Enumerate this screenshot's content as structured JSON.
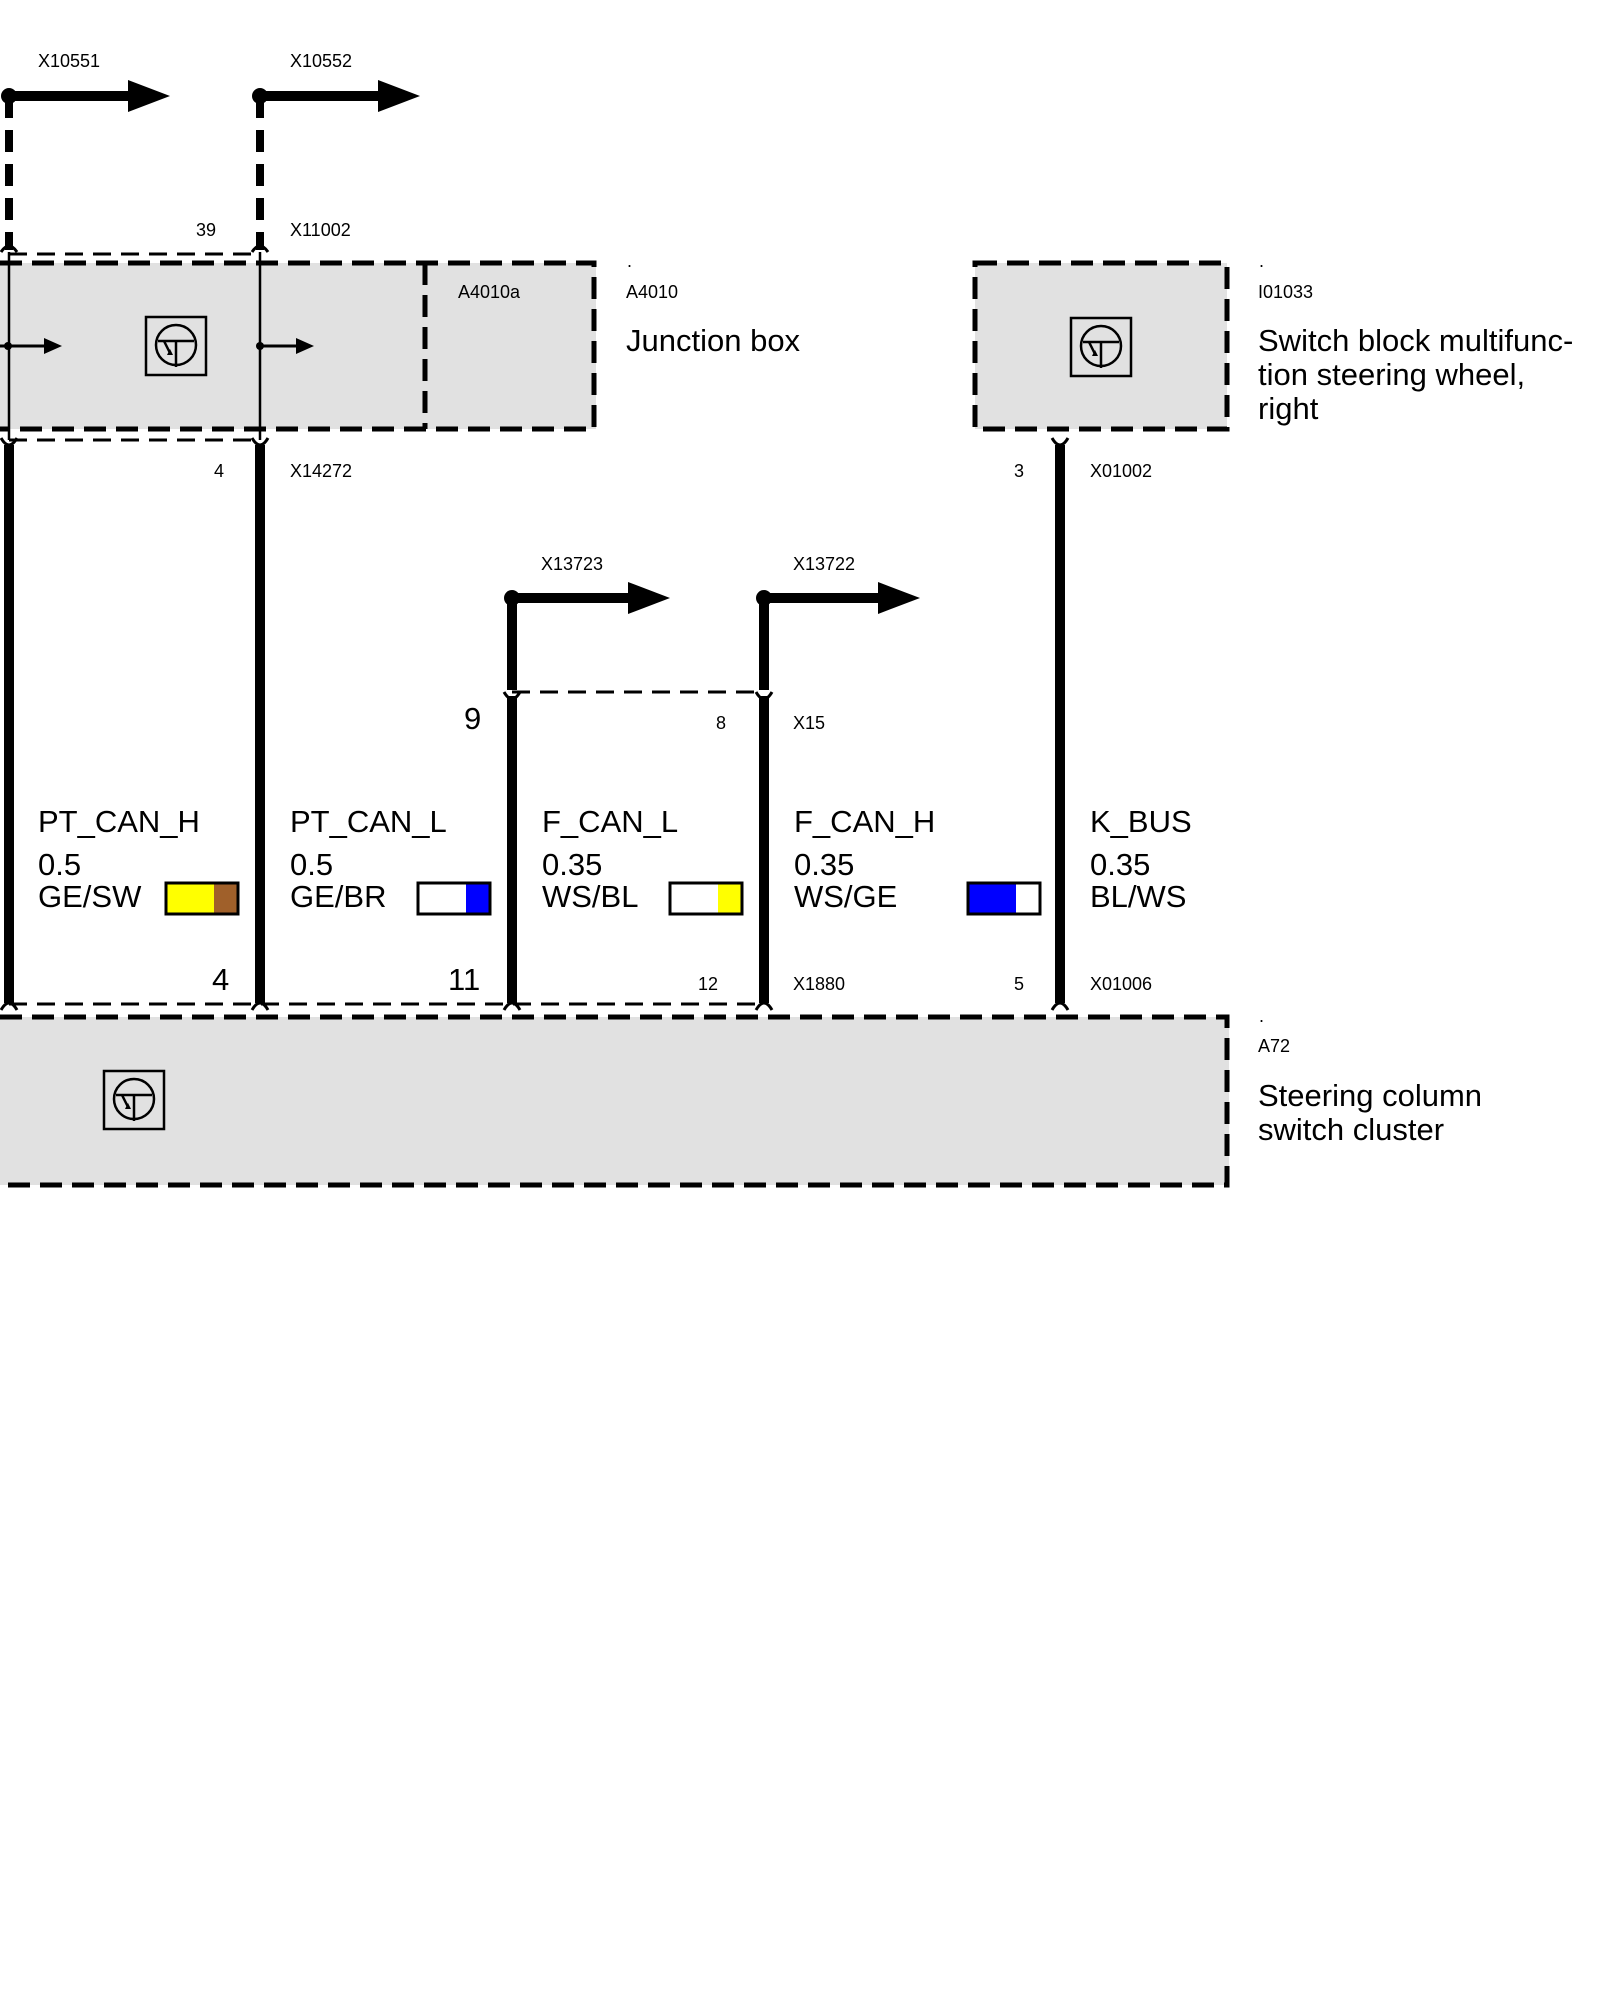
{
  "connectors_top": {
    "left_branch": "X10551",
    "right_branch": "X10552",
    "junction_top_pin": "39",
    "junction_top_connector": "X11002",
    "junction_bottom_pin": "4",
    "junction_bottom_connector": "X14272",
    "switch_block_pin": "3",
    "switch_block_connector": "X01002"
  },
  "connectors_mid": {
    "left_branch": "X13723",
    "right_branch": "X13722",
    "pin_left": "9",
    "pin_right": "8",
    "connector": "X15"
  },
  "connectors_bottom": {
    "pin_a": "4",
    "pin_b": "11",
    "pin_c": "12",
    "connector_a": "X1880",
    "pin_d": "5",
    "connector_b": "X01006"
  },
  "components": {
    "junction_box": {
      "dot": ".",
      "sub_id": "A4010a",
      "id": "A4010",
      "name": "Junction box"
    },
    "switch_block": {
      "dot": ".",
      "id": "I01033",
      "name_line1": "Switch block multifunc-",
      "name_line2": "tion steering wheel,",
      "name_line3": "right"
    },
    "steering_column": {
      "dot": ".",
      "id": "A72",
      "name_line1": "Steering column",
      "name_line2": "switch cluster"
    }
  },
  "wires": [
    {
      "signal": "PT_CAN_H",
      "gauge": "0.5",
      "color_code": "GE/SW",
      "colors": [
        "#ffff00",
        "#a0602a"
      ]
    },
    {
      "signal": "PT_CAN_L",
      "gauge": "0.5",
      "color_code": "GE/BR",
      "colors": [
        "#ffffff",
        "#0000ff"
      ]
    },
    {
      "signal": "F_CAN_L",
      "gauge": "0.35",
      "color_code": "WS/BL",
      "colors": [
        "#ffffff",
        "#ffff00"
      ]
    },
    {
      "signal": "F_CAN_H",
      "gauge": "0.35",
      "color_code": "WS/GE",
      "colors": [
        "#0000ff",
        "#ffffff"
      ]
    },
    {
      "signal": "K_BUS",
      "gauge": "0.35",
      "color_code": "BL/WS",
      "colors": []
    }
  ]
}
